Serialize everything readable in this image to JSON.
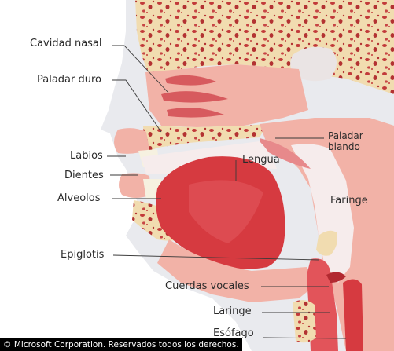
{
  "labels": {
    "cavidad_nasal": "Cavidad nasal",
    "paladar_duro": "Paladar duro",
    "paladar_blando_1": "Paladar",
    "paladar_blando_2": "blando",
    "labios": "Labios",
    "lengua": "Lengua",
    "dientes": "Dientes",
    "alveolos": "Alveolos",
    "faringe": "Faringe",
    "epiglotis": "Epiglotis",
    "cuerdas_vocales": "Cuerdas vocales",
    "laringe": "Laringe",
    "esofago": "Esófago"
  },
  "copyright": "© Microsoft Corporation. Reservados todos los derechos.",
  "colors": {
    "bone": "#f1dcb0",
    "bone_pore": "#c23a3a",
    "skin": "#e9eaee",
    "muscle": "#f2b2a7",
    "tongue": "#d63a40",
    "airway": "#f6ecec",
    "leader": "#3a3a3a"
  }
}
